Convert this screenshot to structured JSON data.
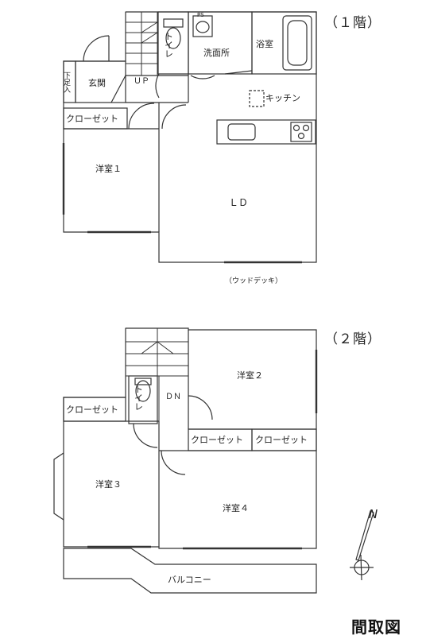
{
  "floors": {
    "first": {
      "heading": "（１階）",
      "rooms": {
        "toilet": "トイレ",
        "washroom": "洗面所",
        "bath": "浴室",
        "entrance": "玄関",
        "shoe_box": "下足入",
        "stairs_up": "ＵＰ",
        "kitchen": "キッチン",
        "closet": "クローゼット",
        "western_room_1": "洋室１",
        "living_dining": "ＬＤ",
        "pipe_space": "PS"
      },
      "outside": "（ウッドデッキ）"
    },
    "second": {
      "heading": "（２階）",
      "rooms": {
        "western_room_2": "洋室２",
        "toilet": "トイレ",
        "stairs_down": "ＤＮ",
        "closet_left": "クローゼット",
        "closet_mid": "クローゼット",
        "closet_right": "クローゼット",
        "western_room_3": "洋室３",
        "western_room_4": "洋室４",
        "balcony": "バルコニー"
      }
    }
  },
  "compass": {
    "label": "N"
  },
  "title": "間取図"
}
